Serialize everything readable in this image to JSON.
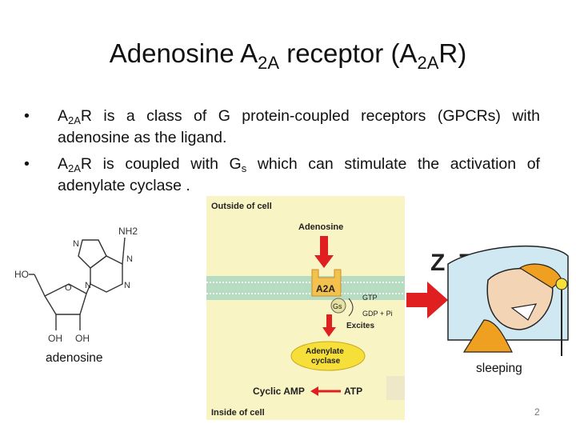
{
  "title": {
    "part1": "Adenosine A",
    "sub1": "2A",
    "part2": " receptor (A",
    "sub2": "2A",
    "part3": "R)"
  },
  "bullets": [
    {
      "marker": "•",
      "pre": "A",
      "sub": "2A",
      "post": "R is a class of  G protein-coupled receptors (GPCRs) with adenosine as the ligand."
    },
    {
      "marker": "•",
      "pre": "A",
      "sub": "2A",
      "mid": "R is coupled with G",
      "sub2": "s",
      "post": " which can stimulate the activation of adenylate cyclase ."
    }
  ],
  "molecule": {
    "label_nh2": "NH2",
    "label_n1": "N",
    "label_n2": "N",
    "label_n3": "N",
    "label_n4": "N",
    "label_ho": "HO",
    "label_o": "O",
    "label_oh1": "OH",
    "label_oh2": "OH",
    "caption": "adenosine"
  },
  "diagram": {
    "outside_label": "Outside of cell",
    "adenosine_label": "Adenosine",
    "receptor_label": "A2A",
    "gs_label": "Gs",
    "gtp_label": "GTP",
    "gdp_label": "GDP + Pi",
    "excites_label": "Excites",
    "enzyme_line1": "Adenylate",
    "enzyme_line2": "cyclase",
    "camp_label": "Cyclic AMP",
    "atp_label": "ATP",
    "inside_label": "Inside of cell"
  },
  "sleeper": {
    "zzz": "Z Z Z",
    "caption": "sleeping"
  },
  "page_number": "2",
  "colors": {
    "diagram_bg": "#f9f4c4",
    "membrane": "#b7dcc2",
    "receptor": "#f2c14e",
    "arrow_red": "#e02020",
    "enzyme": "#f7df3a",
    "title_text": "#111111"
  }
}
